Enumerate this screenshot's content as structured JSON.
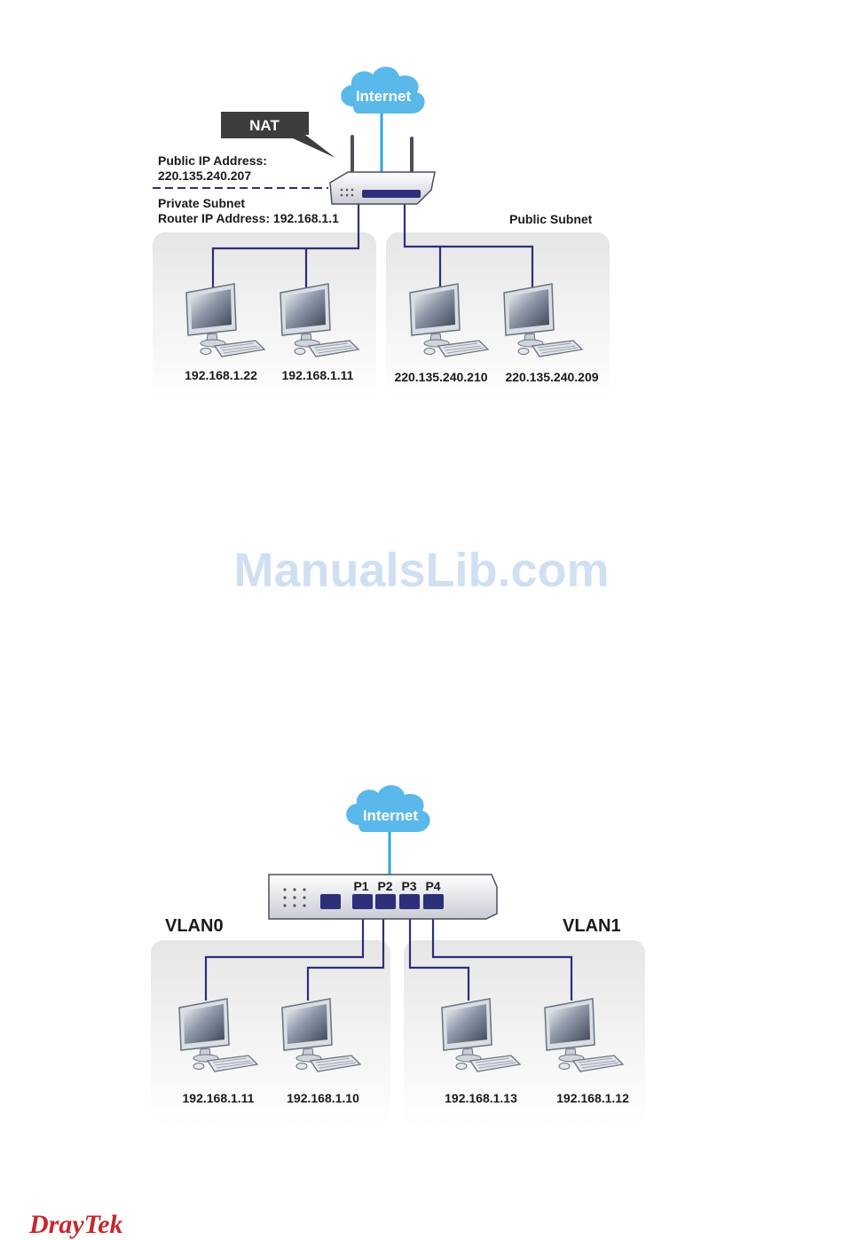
{
  "diagram1": {
    "cloud": "Internet",
    "nat_label": "NAT",
    "public_ip_label": "Public IP Address:",
    "public_ip_value": "220.135.240.207",
    "private_subnet_label": "Private Subnet",
    "router_ip_label": "Router IP Address: 192.168.1.1",
    "public_subnet_label": "Public Subnet",
    "hosts": [
      "192.168.1.22",
      "192.168.1.11",
      "220.135.240.210",
      "220.135.240.209"
    ]
  },
  "watermark": "ManualsLib.com",
  "diagram2": {
    "cloud": "Internet",
    "ports": [
      "P1",
      "P2",
      "P3",
      "P4"
    ],
    "vlan_left": "VLAN0",
    "vlan_right": "VLAN1",
    "hosts": [
      "192.168.1.11",
      "192.168.1.10",
      "192.168.1.13",
      "192.168.1.12"
    ]
  },
  "footer": {
    "logo": "DrayTek"
  },
  "colors": {
    "cable": "#2d2f7a",
    "cloud": "#5ab8ea",
    "uplink": "#2fa6d9",
    "panel": "#ececec"
  }
}
